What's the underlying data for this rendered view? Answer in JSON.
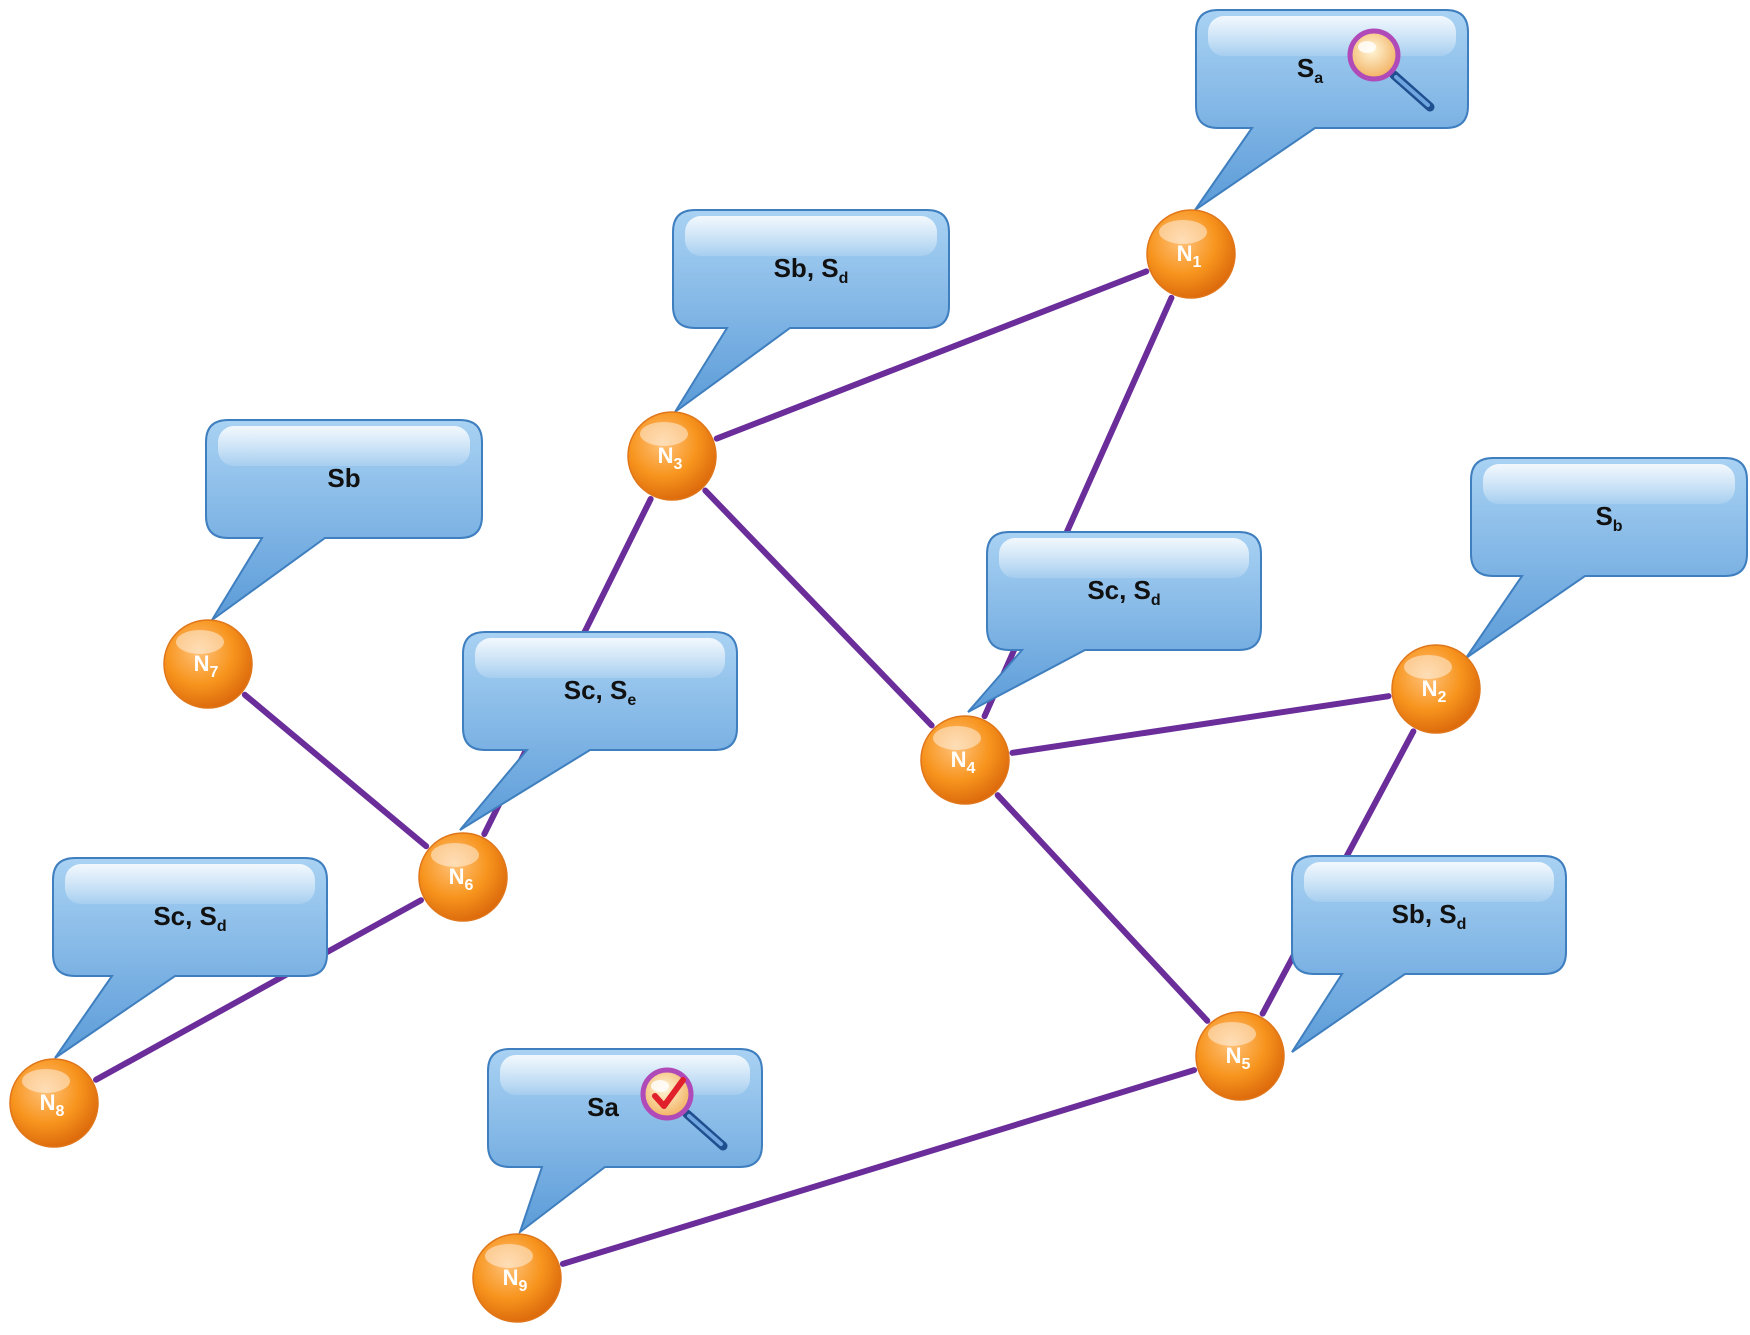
{
  "colors": {
    "edge": "#6a2d9a",
    "bubble_top": "#a9d2f3",
    "bubble_bottom": "#5b9bd8",
    "bubble_stroke": "#3f7fbf",
    "node_light": "#ffc27a",
    "node_mid": "#f7941d",
    "node_dark": "#d9650a"
  },
  "nodes": [
    {
      "id": "n1",
      "base": "N",
      "sub": "1"
    },
    {
      "id": "n2",
      "base": "N",
      "sub": "2"
    },
    {
      "id": "n3",
      "base": "N",
      "sub": "3"
    },
    {
      "id": "n4",
      "base": "N",
      "sub": "4"
    },
    {
      "id": "n5",
      "base": "N",
      "sub": "5"
    },
    {
      "id": "n6",
      "base": "N",
      "sub": "6"
    },
    {
      "id": "n7",
      "base": "N",
      "sub": "7"
    },
    {
      "id": "n8",
      "base": "N",
      "sub": "8"
    },
    {
      "id": "n9",
      "base": "N",
      "sub": "9"
    }
  ],
  "edges": [
    {
      "from": "n1",
      "to": "n3"
    },
    {
      "from": "n1",
      "to": "n4"
    },
    {
      "from": "n3",
      "to": "n6"
    },
    {
      "from": "n3",
      "to": "n4"
    },
    {
      "from": "n4",
      "to": "n2"
    },
    {
      "from": "n4",
      "to": "n5"
    },
    {
      "from": "n2",
      "to": "n5"
    },
    {
      "from": "n7",
      "to": "n6"
    },
    {
      "from": "n6",
      "to": "n8"
    },
    {
      "from": "n5",
      "to": "n9"
    }
  ],
  "bubbles": [
    {
      "node": "n1",
      "parts": [
        {
          "t": "S"
        },
        {
          "t": "a",
          "sub": true
        }
      ],
      "icon": "magnifier-icon"
    },
    {
      "node": "n3",
      "parts": [
        {
          "t": "Sb, S"
        },
        {
          "t": "d",
          "sub": true
        }
      ]
    },
    {
      "node": "n7",
      "parts": [
        {
          "t": "Sb"
        }
      ]
    },
    {
      "node": "n4",
      "parts": [
        {
          "t": "Sc, S"
        },
        {
          "t": "d",
          "sub": true
        }
      ]
    },
    {
      "node": "n2",
      "parts": [
        {
          "t": "S"
        },
        {
          "t": "b",
          "sub": true
        }
      ]
    },
    {
      "node": "n6",
      "parts": [
        {
          "t": "Sc, S"
        },
        {
          "t": "e",
          "sub": true
        }
      ]
    },
    {
      "node": "n8",
      "parts": [
        {
          "t": "Sc, S"
        },
        {
          "t": "d",
          "sub": true
        }
      ]
    },
    {
      "node": "n5",
      "parts": [
        {
          "t": "Sb, S"
        },
        {
          "t": "d",
          "sub": true
        }
      ]
    },
    {
      "node": "n9",
      "parts": [
        {
          "t": "Sa"
        }
      ],
      "icon": "magnifier-check-icon"
    }
  ]
}
